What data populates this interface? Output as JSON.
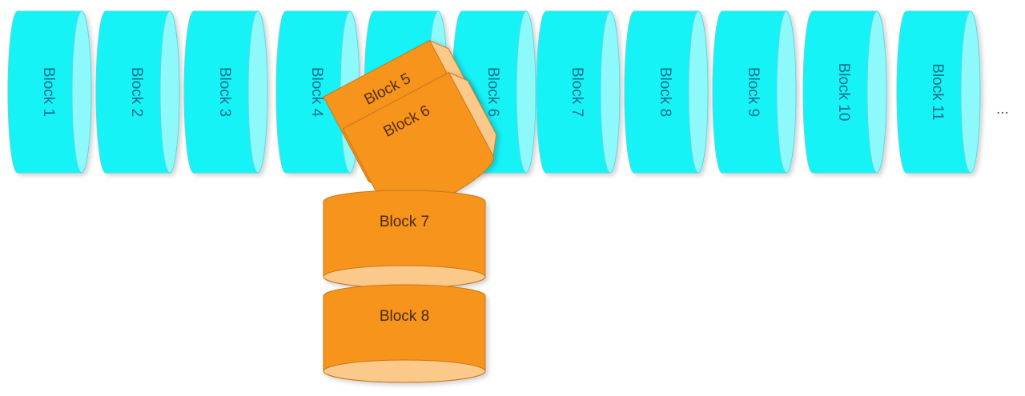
{
  "colors": {
    "cyan_body": "#16f3f6",
    "cyan_cap": "#8ef9fb",
    "cyan_edge": "#5ad9de",
    "cyan_text": "#0f6f8a",
    "orange_body": "#f7941d",
    "orange_cap": "#fbc98a",
    "orange_edge": "#c8761a",
    "orange_text": "#4a2a0a"
  },
  "chain": {
    "blocks": [
      "Block 1",
      "Block 2",
      "Block 3",
      "Block 4",
      "Block 5",
      "Block 6",
      "Block 7",
      "Block 8",
      "Block 9",
      "Block 10",
      "Block 11"
    ],
    "ellipsis": "..."
  },
  "fork": {
    "tilted_blocks": [
      "Block 5",
      "Block 6"
    ],
    "stacked_blocks": [
      "Block 7",
      "Block 8"
    ]
  }
}
